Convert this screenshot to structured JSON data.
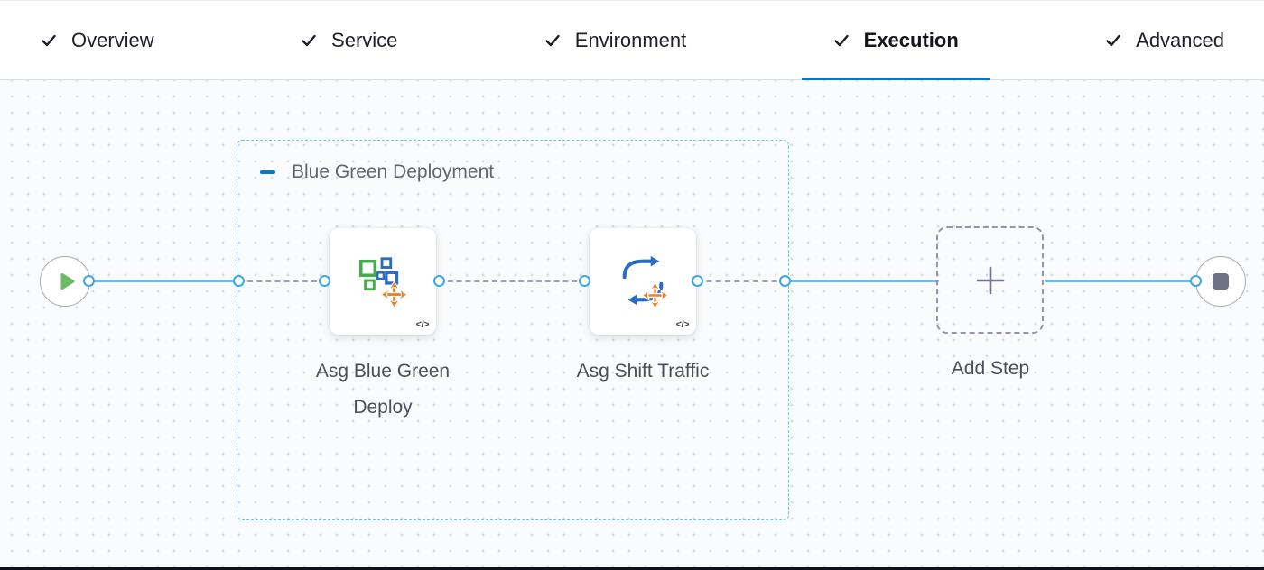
{
  "tabs": [
    {
      "label": "Overview",
      "checked": true,
      "active": false
    },
    {
      "label": "Service",
      "checked": true,
      "active": false
    },
    {
      "label": "Environment",
      "checked": true,
      "active": false
    },
    {
      "label": "Execution",
      "checked": true,
      "active": true
    },
    {
      "label": "Advanced",
      "checked": true,
      "active": false
    }
  ],
  "pipeline": {
    "group": {
      "label": "Blue Green Deployment",
      "collapse_icon": "minus-icon"
    },
    "steps": [
      {
        "label": "Asg Blue Green Deploy",
        "icon": "asg-blue-green-deploy-icon",
        "badge": "</>"
      },
      {
        "label": "Asg Shift Traffic",
        "icon": "asg-shift-traffic-icon",
        "badge": "</>"
      }
    ],
    "add_step": {
      "label": "Add Step",
      "icon": "plus-icon"
    },
    "start_node_icon": "play-icon",
    "end_node_icon": "stop-icon"
  },
  "icons": {
    "tab_check": "checkmark-icon",
    "start": "play-icon",
    "end": "stop-icon",
    "group_collapse": "minus-icon",
    "add_step": "plus-icon",
    "step_code_badge": "code-icon"
  },
  "colors": {
    "accent_blue": "#0278d5",
    "connector_blue": "#6cbae9",
    "group_border_teal": "#62d0dc",
    "asg_orange": "#e8822e",
    "green": "#3fae49",
    "dashed_gray": "#9fa0b2"
  }
}
